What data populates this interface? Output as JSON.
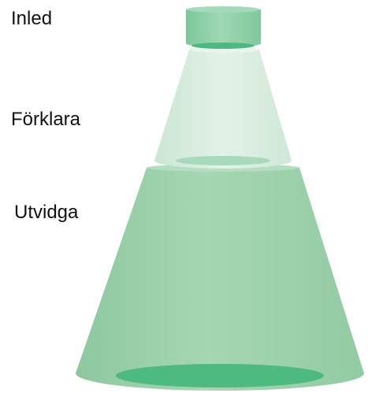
{
  "tiers": [
    {
      "label": "Inled"
    },
    {
      "label": "Förklara"
    },
    {
      "label": "Utvidga"
    }
  ],
  "colors": {
    "top_side": "#8ed0a8",
    "top_cap": "#9fd8b5",
    "top_base": "#4fb882",
    "middle_side": "#d6ebdc",
    "middle_base": "#a9d9bc",
    "bottom_side": "#9fd1ad",
    "bottom_base": "#4dba80"
  }
}
